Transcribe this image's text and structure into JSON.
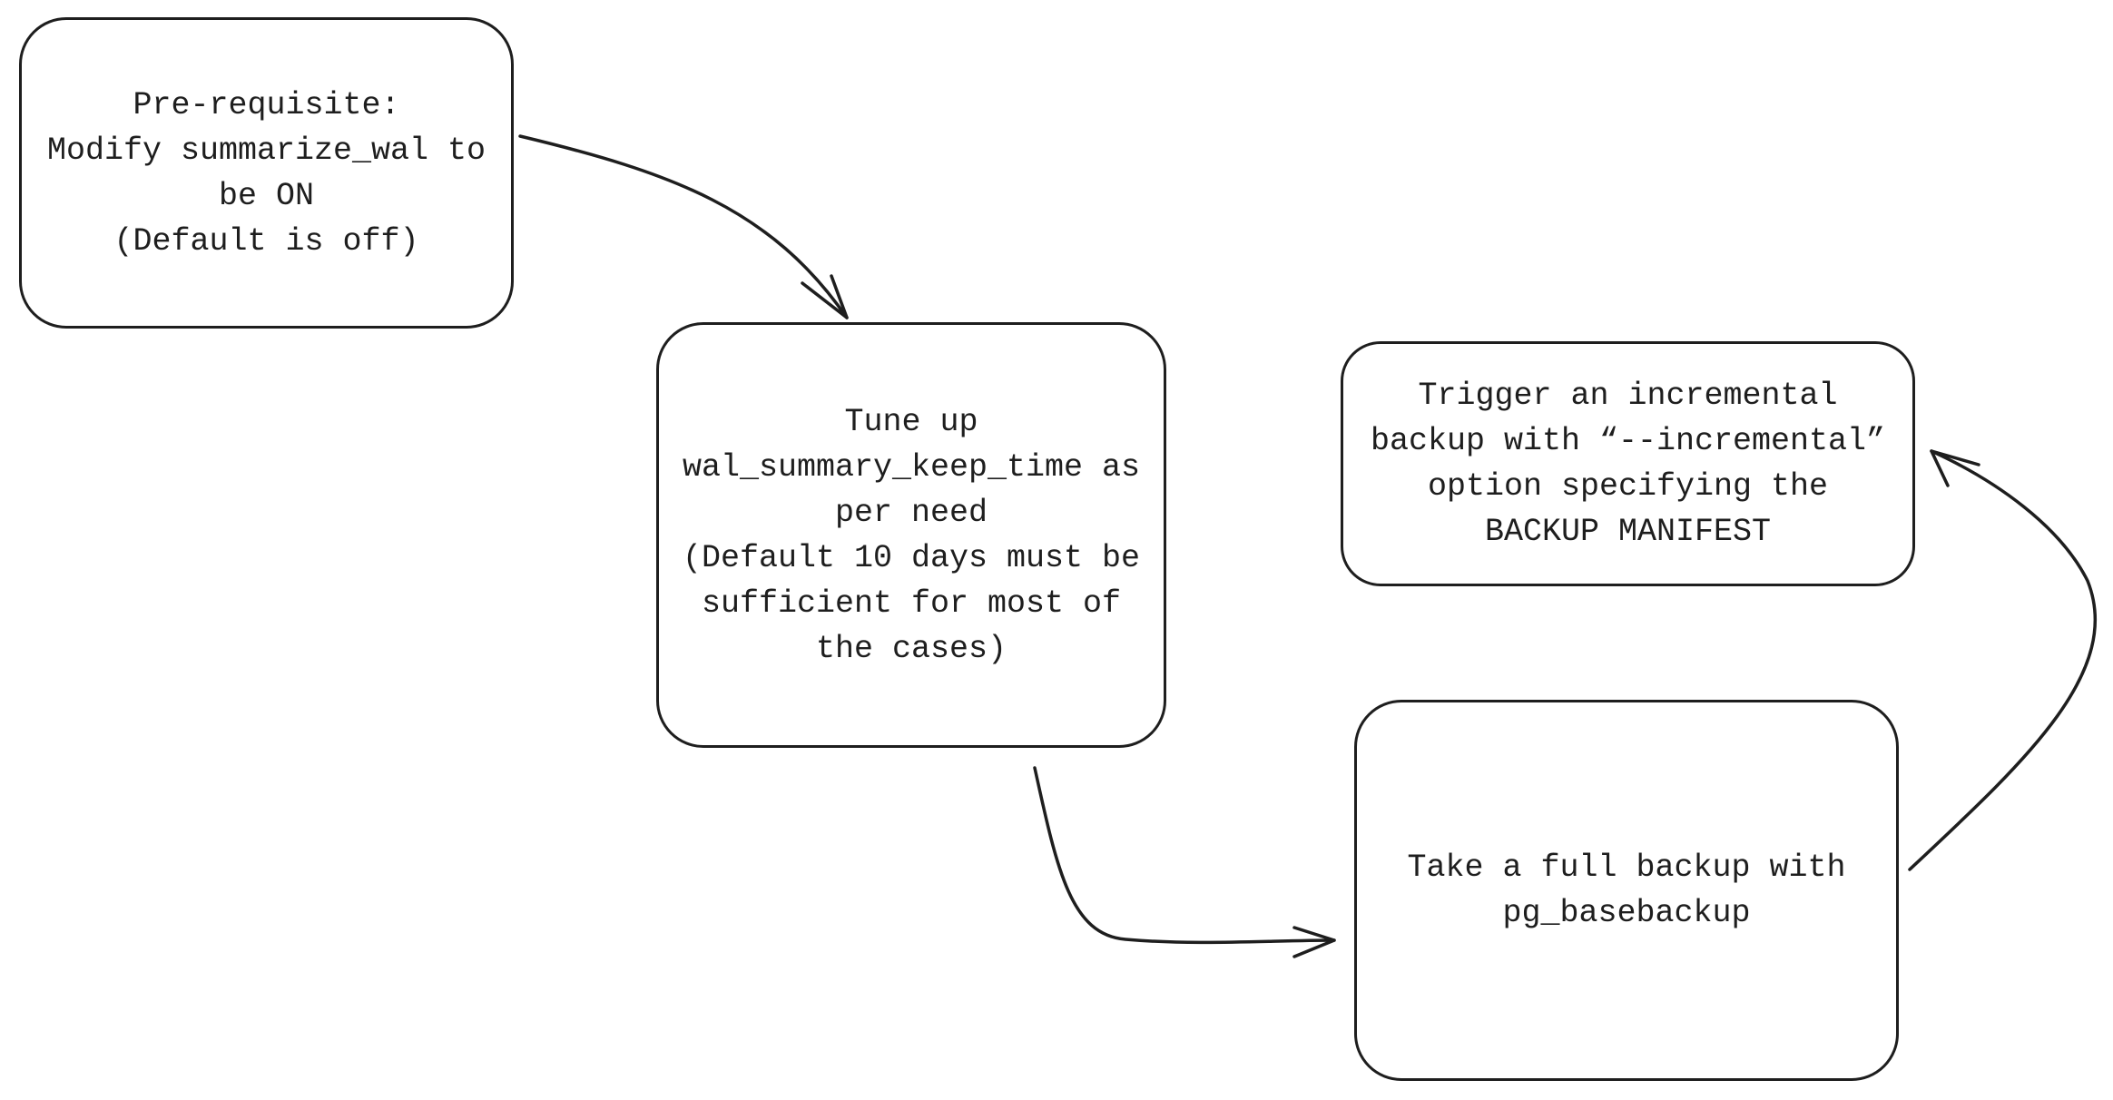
{
  "diagram": {
    "nodes": [
      {
        "id": "prereq",
        "text": "Pre-requisite:\nModify summarize_wal to\nbe ON\n(Default is off)"
      },
      {
        "id": "tune",
        "text": "Tune up\nwal_summary_keep_time as\nper need\n(Default 10 days must be\nsufficient for most of\nthe cases)"
      },
      {
        "id": "incremental",
        "text": "Trigger an incremental\nbackup with “--incremental”\noption specifying the\nBACKUP MANIFEST"
      },
      {
        "id": "full",
        "text": "Take a full backup with\npg_basebackup"
      }
    ],
    "edges": [
      {
        "from": "prereq",
        "to": "tune"
      },
      {
        "from": "tune",
        "to": "full"
      },
      {
        "from": "full",
        "to": "incremental"
      }
    ],
    "colors": {
      "stroke": "#1e1e1e",
      "background": "#ffffff"
    }
  }
}
